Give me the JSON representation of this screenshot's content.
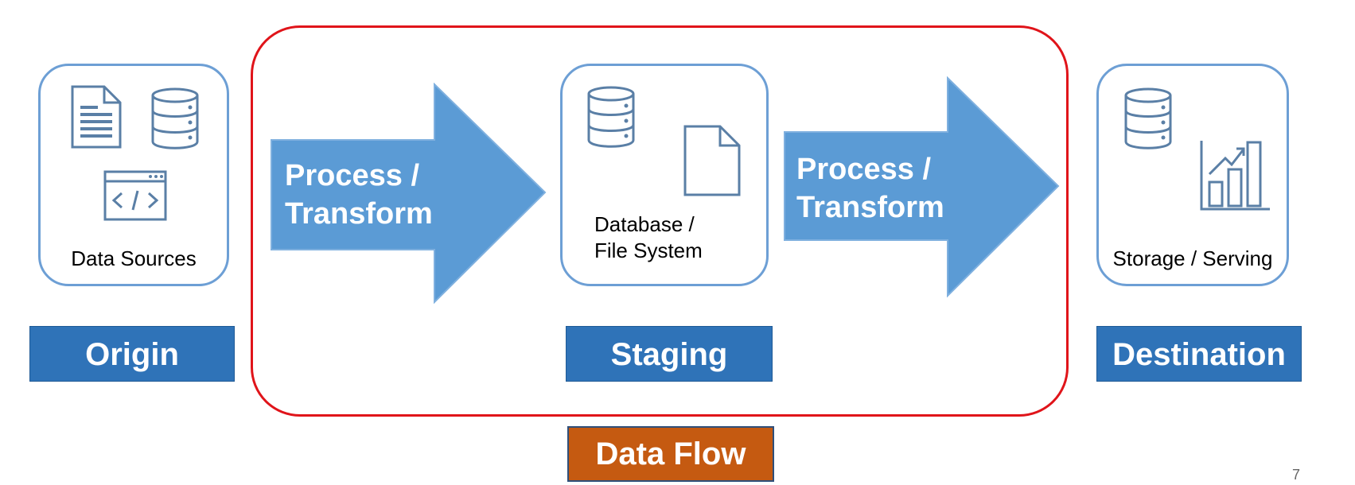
{
  "cards": {
    "origin": {
      "label": "Data Sources",
      "icons": [
        "document-icon",
        "database-icon",
        "code-window-icon"
      ]
    },
    "staging": {
      "label_line1": "Database /",
      "label_line2": "File System",
      "icons": [
        "database-icon",
        "file-icon"
      ]
    },
    "destination": {
      "label": "Storage / Serving",
      "icons": [
        "database-icon",
        "bar-chart-icon"
      ]
    }
  },
  "arrows": [
    {
      "line1": "Process /",
      "line2": "Transform"
    },
    {
      "line1": "Process /",
      "line2": "Transform"
    }
  ],
  "stages": {
    "origin": "Origin",
    "staging": "Staging",
    "destination": "Destination",
    "data_flow": "Data Flow"
  },
  "colors": {
    "card_border": "#6d9fd5",
    "arrow_fill": "#5b9bd5",
    "stage_fill": "#2f73b8",
    "data_flow_fill": "#c55a11",
    "data_flow_frame": "#e0141a",
    "icon_stroke": "#5a7fa6"
  },
  "page_number": "7"
}
